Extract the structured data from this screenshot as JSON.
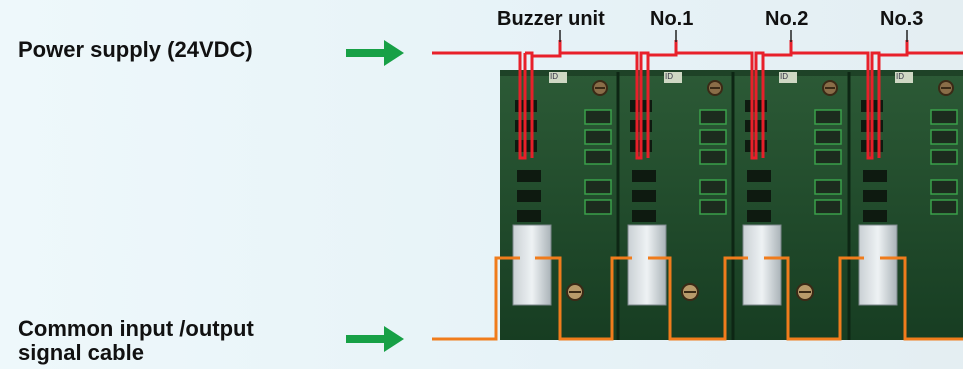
{
  "labels": {
    "power_supply": "Power supply (24VDC)",
    "common_io_line1": "Common input /output",
    "common_io_line2": "signal cable"
  },
  "units": [
    {
      "name": "Buzzer unit",
      "tag": "ID"
    },
    {
      "name": "No.1",
      "tag": "ID"
    },
    {
      "name": "No.2",
      "tag": "ID"
    },
    {
      "name": "No.3",
      "tag": "ID"
    }
  ],
  "colors": {
    "arrow": "#17a046",
    "power_wire": "#e8202a",
    "signal_wire": "#f07c1c",
    "board": "#1f4a2c"
  }
}
